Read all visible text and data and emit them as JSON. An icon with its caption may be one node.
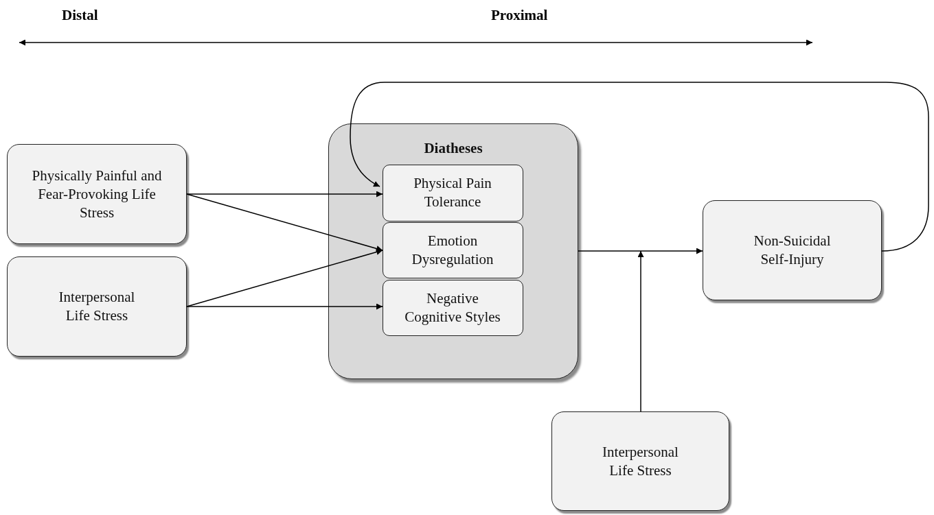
{
  "diagram": {
    "nodes": [
      {
        "text": [
          "Physically Painful and Fear-Provoking Life Stress"
        ]
      },
      {
        "text": [
          "Interpersonal Life Stress"
        ]
      },
      {
        "text": [
          "Diatheses"
        ]
      },
      {
        "text": [
          "Physical Pain Tolerance"
        ],
        "in": 2
      },
      {
        "text": [
          "Emotion Dysregulation"
        ],
        "in": 2
      },
      {
        "text": [
          "Negative Cognitive Styles"
        ],
        "in": 2
      },
      {
        "text": [
          "Non-Suicidal Self-Injury"
        ]
      },
      {
        "text": [
          "Interpersonal Life Stress"
        ]
      }
    ],
    "edges": [
      {
        "from": 0,
        "to": 3,
        "arrow": "to"
      },
      {
        "from": 0,
        "to": 4,
        "arrow": "to"
      },
      {
        "from": 1,
        "to": 4,
        "arrow": "to"
      },
      {
        "from": 1,
        "to": 5,
        "arrow": "to"
      },
      {
        "from": 2,
        "to": 6,
        "arrow": "to"
      },
      {
        "from": 7,
        "to": null,
        "arrow": "to"
      },
      {
        "from": 6,
        "to": 3,
        "arrow": "to"
      }
    ],
    "labels": [
      "Distal",
      "Proximal"
    ]
  }
}
